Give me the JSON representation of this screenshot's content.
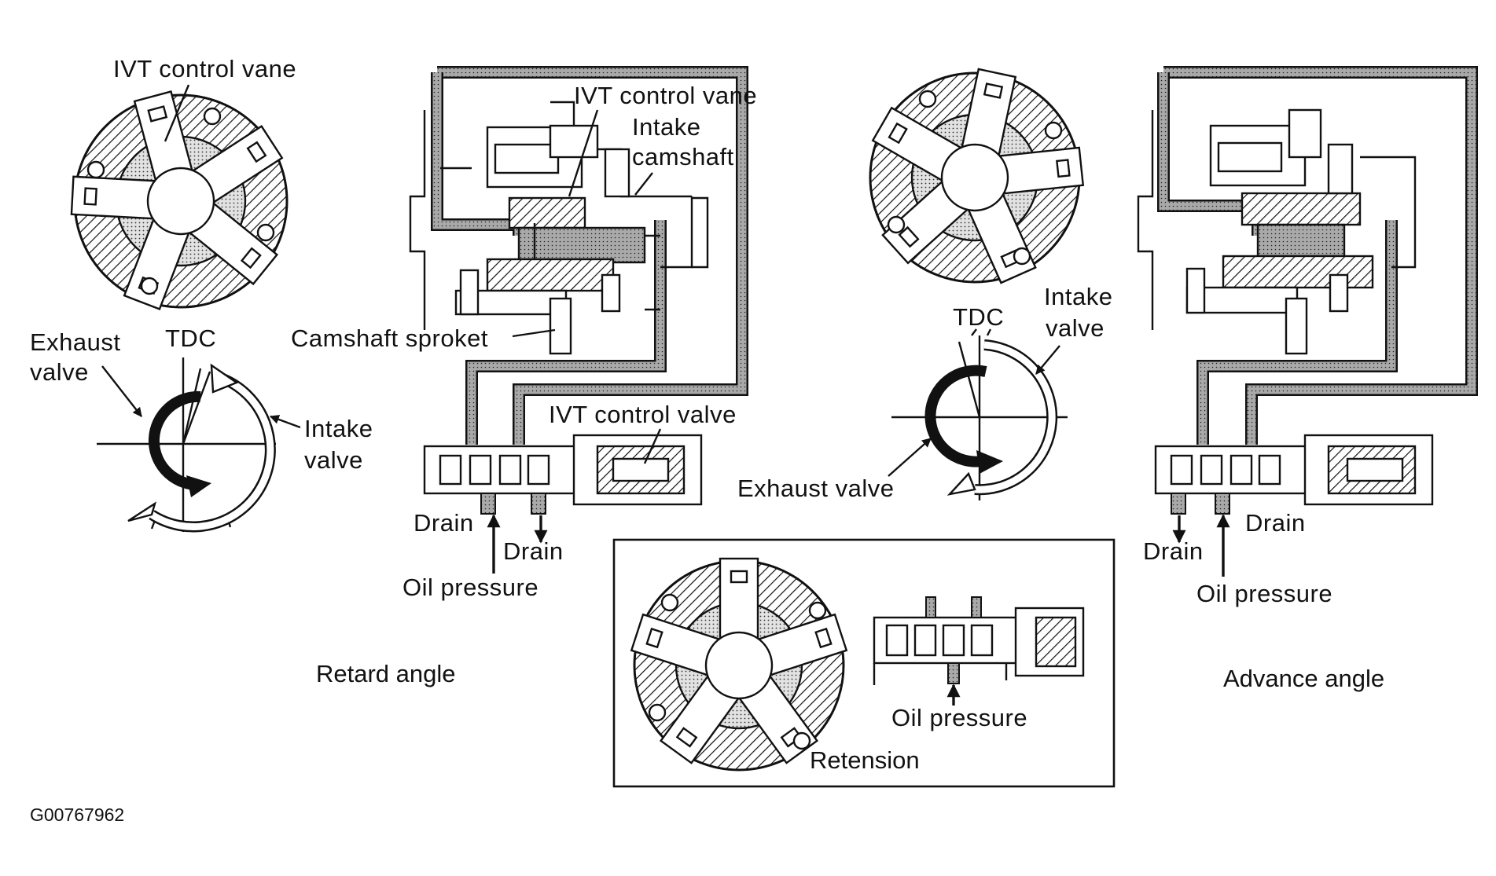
{
  "labels": {
    "retard": {
      "ivt_control_vane": "IVT control vane",
      "tdc": "TDC",
      "exhaust_valve_line1": "Exhaust",
      "exhaust_valve_line2": "valve",
      "intake_valve_line1": "Intake",
      "intake_valve_line2": "valve",
      "ivt_control_vane_2": "IVT control vane",
      "intake_camshaft_line1": "Intake",
      "intake_camshaft_line2": "camshaft",
      "camshaft_sprocket": "Camshaft sproket",
      "ivt_control_valve": "IVT control valve",
      "drain_1": "Drain",
      "drain_2": "Drain",
      "oil_pressure": "Oil pressure",
      "caption": "Retard angle"
    },
    "advance": {
      "tdc": "TDC",
      "intake_valve_line1": "Intake",
      "intake_valve_line2": "valve",
      "exhaust_valve": "Exhaust valve",
      "drain_1": "Drain",
      "drain_2": "Drain",
      "oil_pressure": "Oil pressure",
      "caption": "Advance angle"
    },
    "retension": {
      "oil_pressure": "Oil pressure",
      "caption": "Retension"
    },
    "figure_id": "G00767962"
  },
  "colors": {
    "ink": "#111111",
    "paper": "#ffffff",
    "oil_fill": "#bdbdbd",
    "vane_fill": "#d6d6d6"
  },
  "icons": [
    "vane-rotor-icon",
    "valve-timing-arrow-icon",
    "control-valve-icon"
  ]
}
